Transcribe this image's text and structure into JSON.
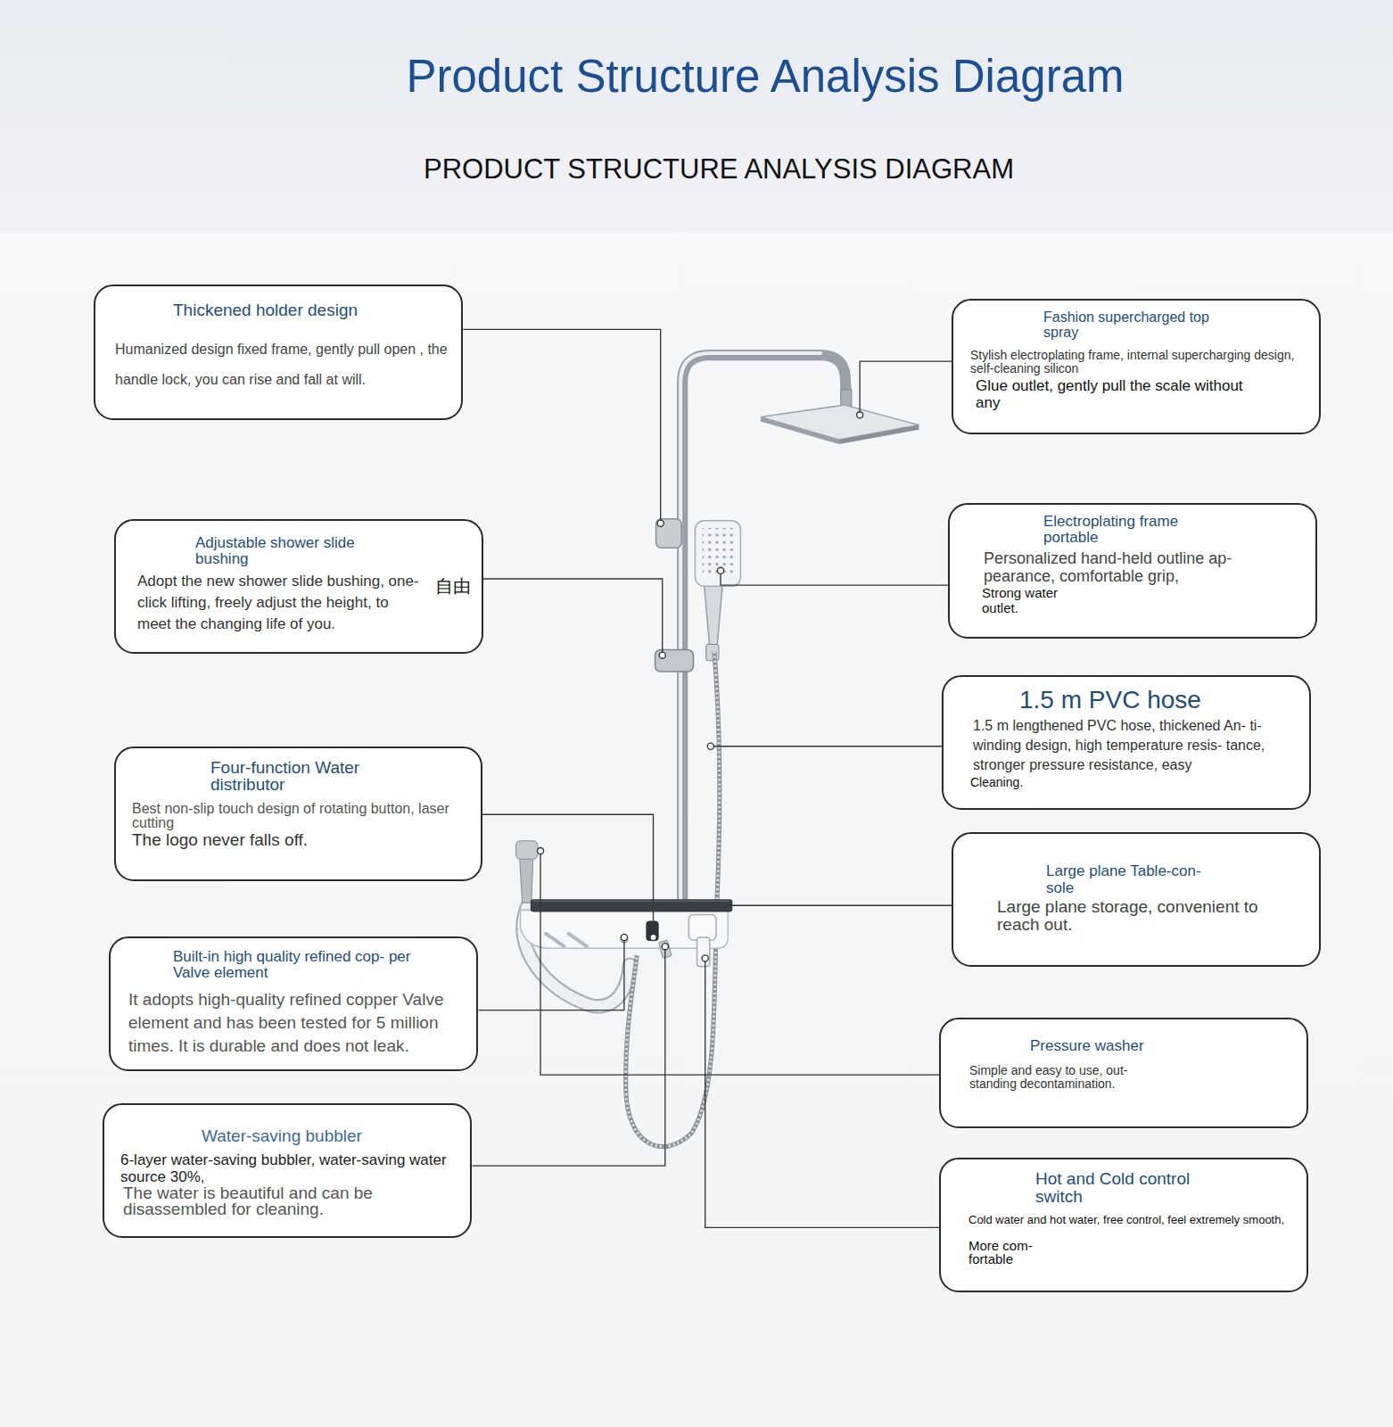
{
  "diagram": {
    "title": "Product Structure Analysis Diagram",
    "nodes": [
      {
        "text": [
          "Thickened holder design",
          "Humanized design fixed frame, gently pull open , the handle lock, you can rise and fall at will."
        ]
      },
      {
        "text": [
          "Fashion supercharged top spray",
          "Stylish electroplating frame, internal supercharging design, self-cleaning silicon",
          "Glue outlet, gently pull the scale without any"
        ]
      },
      {
        "text": [
          "Adjustable shower slide bushing",
          "Adopt the new shower slide bushing, one-click lifting, freely adjust the height, to meet the changing life of you.",
          "自由"
        ]
      },
      {
        "text": [
          "Electroplating frame portable",
          "Personalized hand-held outline ap- pearance, comfortable grip,",
          "Strong water outlet."
        ]
      },
      {
        "text": [
          "Four-function Water distributor",
          "Best non-slip touch design of rotating button, laser cutting",
          "The logo never falls off."
        ]
      },
      {
        "text": [
          "1.5 m PVC hose",
          "1.5 m lengthened PVC hose, thickened An- ti-winding design, high temperature resis- tance, stronger pressure resistance, easy",
          "Cleaning."
        ]
      },
      {
        "text": [
          "Built-in high quality refined cop- per Valve element",
          "It adopts high-quality refined copper Valve element and has been tested for 5 million times. It is durable and does not leak."
        ]
      },
      {
        "text": [
          "Large plane Table-con- sole",
          "Large plane storage, convenient to reach out."
        ]
      },
      {
        "text": [
          "Water-saving bubbler",
          "6-layer water-saving bubbler, water-saving water source 30%,",
          "The water is beautiful and can be disassembled for cleaning."
        ]
      },
      {
        "text": [
          "Pressure washer",
          "Simple and easy to use, out- standing decontamination."
        ]
      },
      {
        "text": [
          "Hot and Cold control switch",
          "Cold water and hot water, free control, feel extremely smooth,",
          "More com- fortable"
        ]
      }
    ],
    "labels": [
      "PRODUCT STRUCTURE ANALYSIS DIAGRAM"
    ]
  }
}
